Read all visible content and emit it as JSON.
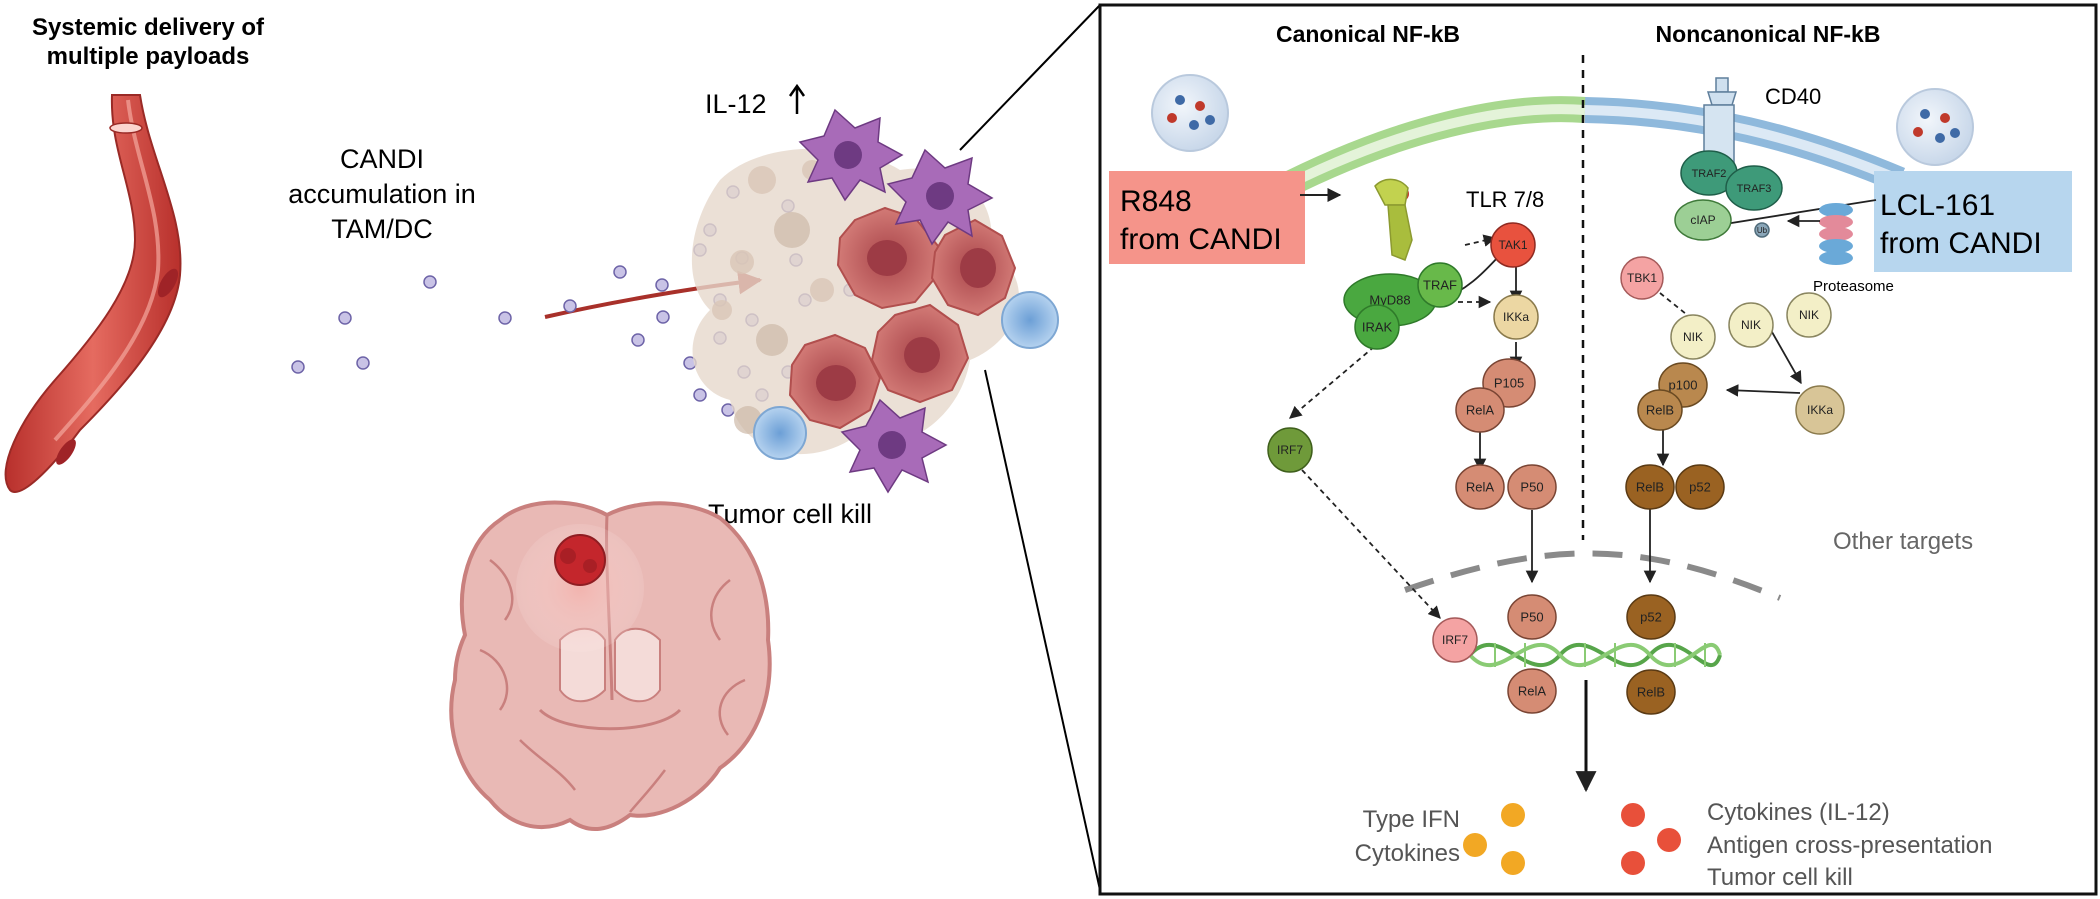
{
  "left": {
    "title_line1": "Systemic delivery of",
    "title_line2": "multiple payloads",
    "accum_line1": "CANDI",
    "accum_line2": "accumulation in",
    "accum_line3": "TAM/DC",
    "il12": "IL-12",
    "tumor_kill": "Tumor cell kill"
  },
  "right": {
    "canonical": "Canonical NF-kB",
    "noncanonical": "Noncanonical NF-kB",
    "r848_line1": "R848",
    "r848_line2": "from CANDI",
    "lcl_line1": "LCL-161",
    "lcl_line2": "from CANDI",
    "cd40": "CD40",
    "tlr": "TLR 7/8",
    "proteasome": "Proteasome",
    "other_targets": "Other targets",
    "nodes": {
      "myd88": "MyD88",
      "traf": "TRAF",
      "irak": "IRAK",
      "tak1": "TAK1",
      "ikka_can": "IKKa",
      "p105": "P105",
      "rela_1": "RelA",
      "rela_2": "RelA",
      "p50_1": "P50",
      "irf7_1": "IRF7",
      "traf2": "TRAF2",
      "traf3": "TRAF3",
      "ciap": "cIAP",
      "ub": "Ub",
      "tbk1": "TBK1",
      "nik_1": "NIK",
      "nik_2": "NIK",
      "nik_3": "NIK",
      "ikka_non": "IKKa",
      "p100": "p100",
      "relb_1": "RelB",
      "relb_2": "RelB",
      "p52_1": "p52",
      "p50_2": "P50",
      "rela_3": "RelA",
      "irf7_2": "IRF7",
      "p52_2": "p52",
      "relb_3": "RelB"
    },
    "out_left_line1": "Type IFN",
    "out_left_line2": "Cytokines",
    "out_right_line1": "Cytokines (IL-12)",
    "out_right_line2": "Antigen cross-presentation",
    "out_right_line3": "Tumor cell kill"
  },
  "colors": {
    "salmon_box": "#f5948a",
    "blue_box": "#b7d6ee",
    "green_membrane": "#a8d88e",
    "blue_membrane": "#8fb9dc",
    "vessel": "#d8564e",
    "tumor": "#c9645f",
    "dc_purple": "#8b4d9e",
    "output_yellow": "#f2a824",
    "output_red": "#e8503a"
  }
}
